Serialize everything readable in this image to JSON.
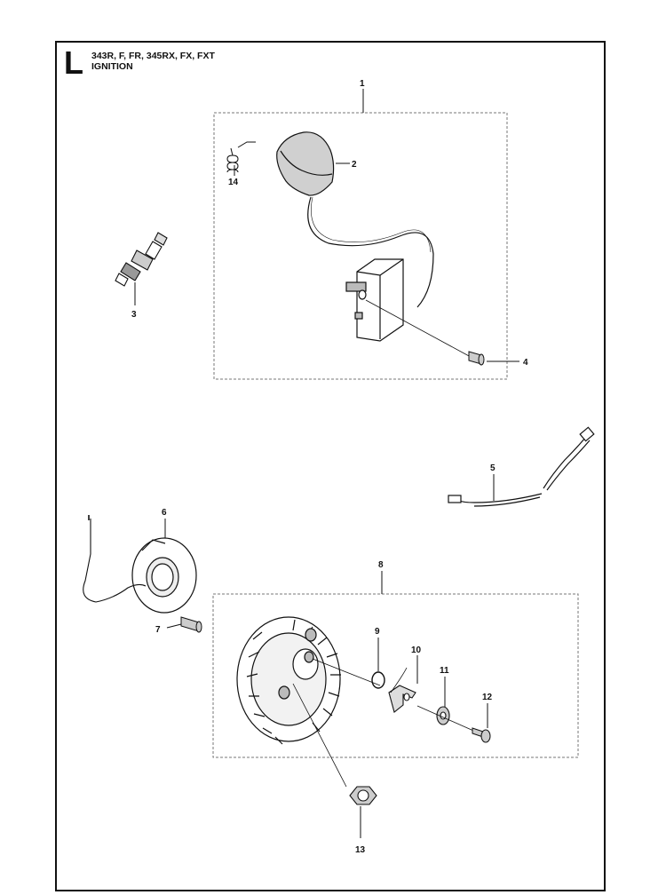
{
  "header": {
    "section_letter": "L",
    "models": "343R, F, FR, 345RX, FX, FXT",
    "title": "IGNITION"
  },
  "callouts": [
    {
      "id": "1",
      "label": "1"
    },
    {
      "id": "2",
      "label": "2"
    },
    {
      "id": "3",
      "label": "3"
    },
    {
      "id": "4",
      "label": "4"
    },
    {
      "id": "5",
      "label": "5"
    },
    {
      "id": "6",
      "label": "6"
    },
    {
      "id": "7",
      "label": "7"
    },
    {
      "id": "8",
      "label": "8"
    },
    {
      "id": "9",
      "label": "9"
    },
    {
      "id": "10",
      "label": "10"
    },
    {
      "id": "11",
      "label": "11"
    },
    {
      "id": "12",
      "label": "12"
    },
    {
      "id": "13",
      "label": "13"
    },
    {
      "id": "14",
      "label": "14"
    }
  ]
}
